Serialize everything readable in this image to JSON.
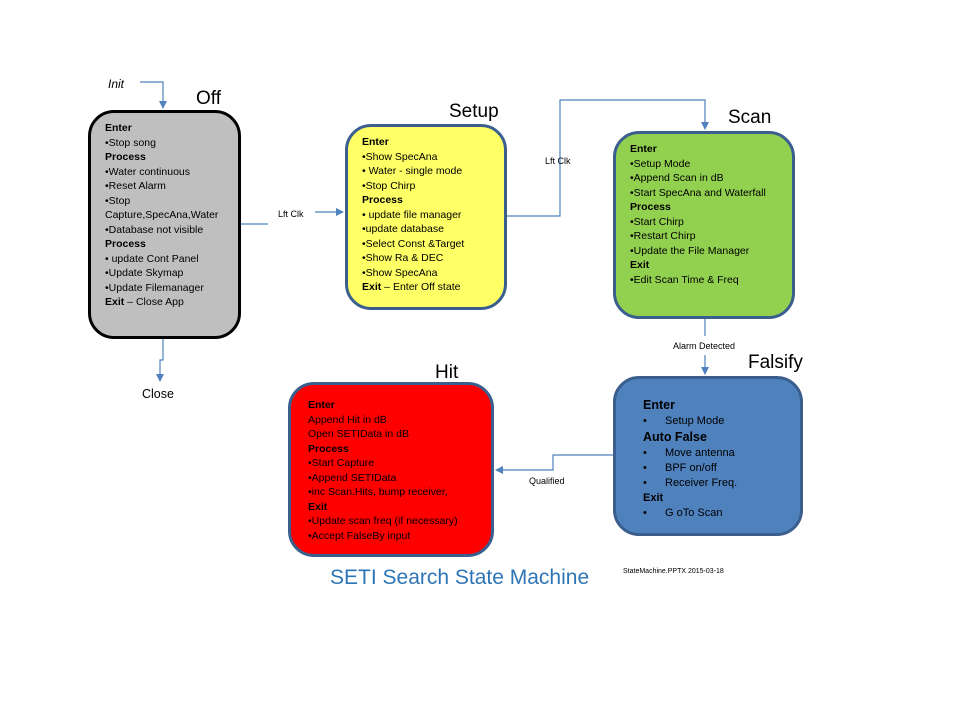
{
  "diagram": {
    "title": "SETI Search State Machine",
    "file_note": "StateMachine.PPTX    2015-03-18",
    "colors": {
      "off": "#bfbfbf",
      "setup": "#ffff66",
      "scan": "#92d050",
      "falsify": "#4f81bd",
      "hit": "#ff0000",
      "arrow": "#4f81bd",
      "title": "#2e75b6"
    },
    "labels": {
      "init": "Init",
      "close": "Close",
      "off_to_setup": "Lft Clk",
      "setup_to_scan": "Lft Clk",
      "scan_to_falsify": "Alarm Detected",
      "falsify_to_hit": "Qualified"
    },
    "states": {
      "off": {
        "title": "Off",
        "lines": [
          {
            "text": "Enter",
            "header": true
          },
          {
            "text": "•Stop song"
          },
          {
            "text": "Process",
            "header": true
          },
          {
            "text": "•Water continuous"
          },
          {
            "text": "•Reset Alarm"
          },
          {
            "text": "•Stop"
          },
          {
            "text": "Capture,SpecAna,Water"
          },
          {
            "text": "•Database not visible"
          },
          {
            "text": "Process",
            "header": true
          },
          {
            "text": "• update Cont Panel"
          },
          {
            "text": "•Update Skymap"
          },
          {
            "text": "•Update Filemanager"
          },
          {
            "text": "Exit – Close App",
            "header_prefix": "Exit"
          }
        ]
      },
      "setup": {
        "title": "Setup",
        "lines": [
          {
            "text": "Enter",
            "header": true
          },
          {
            "text": "•Show SpecAna"
          },
          {
            "text": "• Water - single mode"
          },
          {
            "text": "•Stop Chirp"
          },
          {
            "text": "Process",
            "header": true
          },
          {
            "text": "• update file manager"
          },
          {
            "text": "•update database"
          },
          {
            "text": "•Select  Const &Target"
          },
          {
            "text": "•Show Ra & DEC"
          },
          {
            "text": "•Show SpecAna"
          },
          {
            "text": "Exit – Enter Off state",
            "header_prefix": "Exit"
          }
        ]
      },
      "scan": {
        "title": "Scan",
        "lines": [
          {
            "text": "Enter",
            "header": true
          },
          {
            "text": "•Setup Mode"
          },
          {
            "text": "•Append Scan in dB"
          },
          {
            "text": "•Start SpecAna and Waterfall"
          },
          {
            "text": "Process",
            "header": true
          },
          {
            "text": "•Start Chirp"
          },
          {
            "text": "•Restart Chirp"
          },
          {
            "text": "•Update the File Manager"
          },
          {
            "text": "Exit",
            "header": true
          },
          {
            "text": "•Edit Scan Time & Freq"
          }
        ]
      },
      "falsify": {
        "title": "Falsify",
        "lines": [
          {
            "text": "Enter",
            "header": true,
            "big": true
          },
          {
            "text": "Setup Mode",
            "bullet": "•"
          },
          {
            "text": "Auto False",
            "header": true,
            "big": true
          },
          {
            "text": "Move antenna",
            "bullet": "•"
          },
          {
            "text": "BPF on/off",
            "bullet": "•"
          },
          {
            "text": "Receiver Freq.",
            "bullet": "•"
          },
          {
            "text": "Exit",
            "header": true
          },
          {
            "text": "G oTo Scan",
            "bullet": "•"
          }
        ]
      },
      "hit": {
        "title": "Hit",
        "lines": [
          {
            "text": "Enter",
            "header": true
          },
          {
            "text": "Append Hit in dB"
          },
          {
            "text": "Open SETIData in dB"
          },
          {
            "text": "Process",
            "header": true
          },
          {
            "text": "•Start Capture"
          },
          {
            "text": "•Append SETIData"
          },
          {
            "text": "•inc  Scan.Hits, bump receiver,"
          },
          {
            "text": "Exit",
            "header": true
          },
          {
            "text": "•Update scan freq  (if necessary)"
          },
          {
            "text": "•Accept  FalseBy input"
          }
        ]
      }
    }
  }
}
